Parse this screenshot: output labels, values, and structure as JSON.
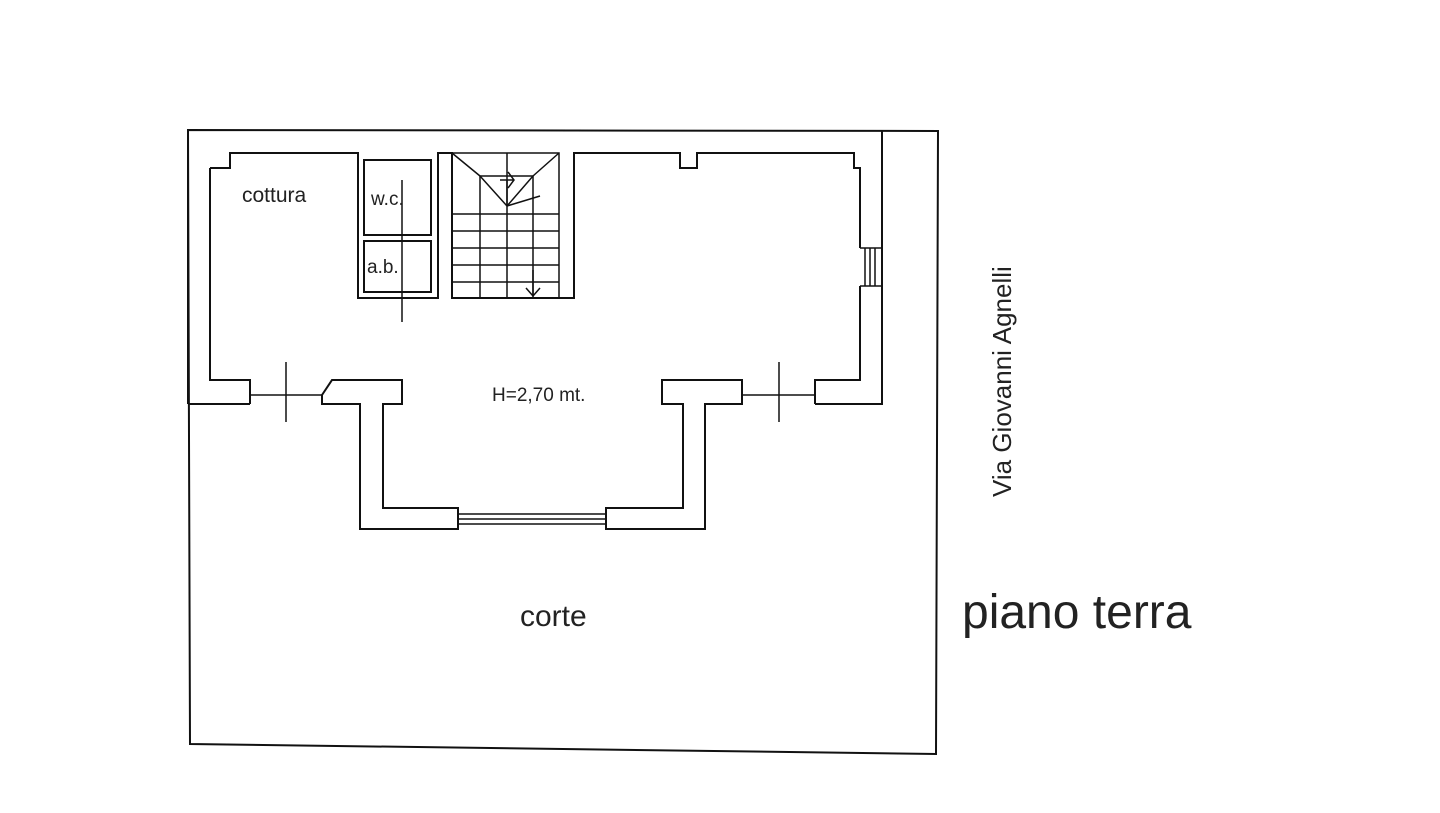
{
  "rooms": {
    "kitchen": "cottura",
    "wc": "w.c.",
    "bathroom_anteroom": "a.b.",
    "main_height": "H=2,70 mt.",
    "courtyard": "corte"
  },
  "street": "Via Giovanni Agnelli",
  "floor_title": "piano terra"
}
